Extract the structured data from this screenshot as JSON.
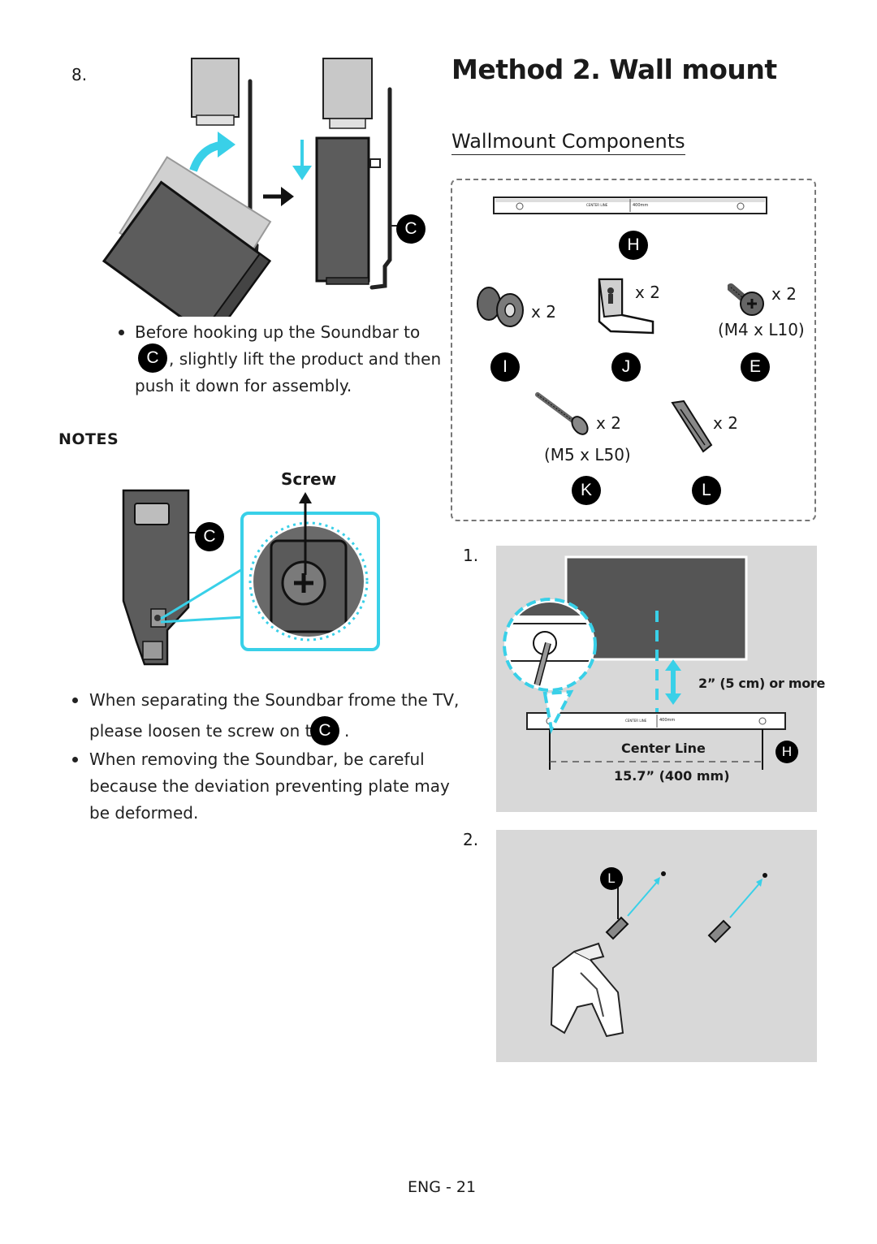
{
  "left": {
    "step8_number": "8.",
    "label_c": "C",
    "bullet1": {
      "line1": "Before hooking up the Soundbar to",
      "line2": ", slightly lift the product and then",
      "line3": "push it down for assembly."
    },
    "notes_heading": "NOTES",
    "screw_label": "Screw",
    "bullet2": {
      "line1": "When separating the Soundbar frome the TV,",
      "line2": "please loosen te screw on the",
      "line2_end": "."
    },
    "bullet3": {
      "line1": "When removing the Soundbar, be careful",
      "line2": "because the deviation preventing plate may",
      "line3": "be deformed."
    }
  },
  "right": {
    "title": "Method 2. Wall mount",
    "subtitle": "Wallmount Components",
    "bracket_center_label": "CENTER LINE",
    "bracket_400": "400mm",
    "components": [
      {
        "letter": "H"
      },
      {
        "letter": "I",
        "qty": "x 2"
      },
      {
        "letter": "J",
        "qty": "x 2"
      },
      {
        "letter": "E",
        "qty": "x 2",
        "spec": "(M4 x L10)"
      },
      {
        "letter": "K",
        "qty": "x 2",
        "spec": "(M5 x L50)"
      },
      {
        "letter": "L",
        "qty": "x 2"
      }
    ],
    "step1_number": "1.",
    "step1": {
      "distance": "2” (5 cm) or more",
      "center_line": "Center Line",
      "width": "15.7” (400 mm)",
      "label_h": "H"
    },
    "step2_number": "2.",
    "step2_label_l": "L"
  },
  "footer": {
    "page": "ENG - 21"
  }
}
